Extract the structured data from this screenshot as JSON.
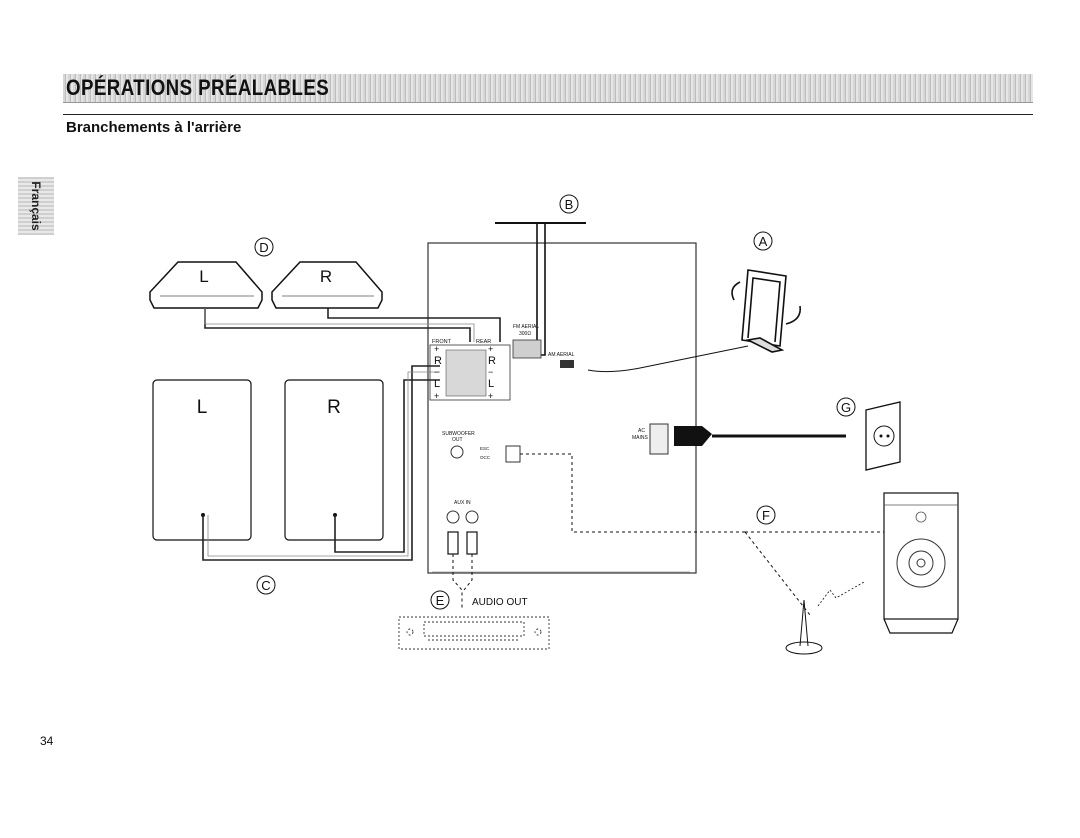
{
  "header": {
    "title": "OPÉRATIONS PRÉALABLES",
    "subtitle": "Branchements à l'arrière"
  },
  "sidebar": {
    "language_tab": "Français"
  },
  "diagram": {
    "callouts": {
      "a": "A",
      "b": "B",
      "c": "C",
      "d": "D",
      "e": "E",
      "f": "F",
      "g": "G"
    },
    "speakers": {
      "rear_left": "L",
      "rear_right": "R",
      "front_left": "L",
      "front_right": "R"
    },
    "panel": {
      "front": "FRONT",
      "rear": "REAR",
      "plus": "+",
      "minus": "−",
      "r": "R",
      "l": "L",
      "fm_aerial": "FM AERIAL",
      "fm_ohm": "300Ω",
      "am_aerial": "AM AERIAL",
      "subwoofer": "SUBWOOFER",
      "out": "OUT",
      "esc": "ESC",
      "occ": "OCC",
      "aux_in": "AUX IN",
      "ac_mains": "AC",
      "mains": "MAINS"
    },
    "audio_out": "AUDIO OUT"
  },
  "footer": {
    "page_number": "34"
  }
}
